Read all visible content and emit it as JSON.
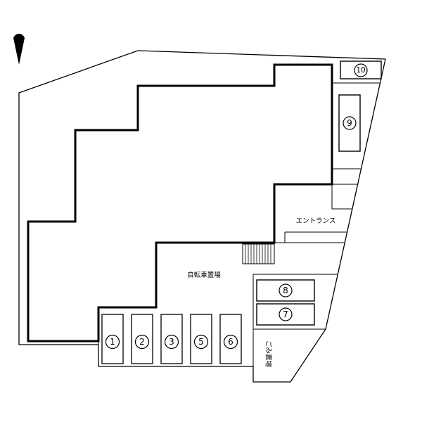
{
  "diagram": {
    "kind": "building-site-plan",
    "background": "#ffffff",
    "line_color": "#000000"
  },
  "icons": {
    "north_arrow": "north-arrow",
    "stairs": "stairs-hatch"
  },
  "labels": {
    "entrance": "エントランス",
    "bicycle_parking": "自転車置場",
    "garbage": "ごみ置場"
  },
  "parking": {
    "bottom_row": [
      "1",
      "2",
      "3",
      "5",
      "6"
    ],
    "stacked_right": [
      "8",
      "7"
    ],
    "side_right": "9",
    "top_right": "10"
  }
}
